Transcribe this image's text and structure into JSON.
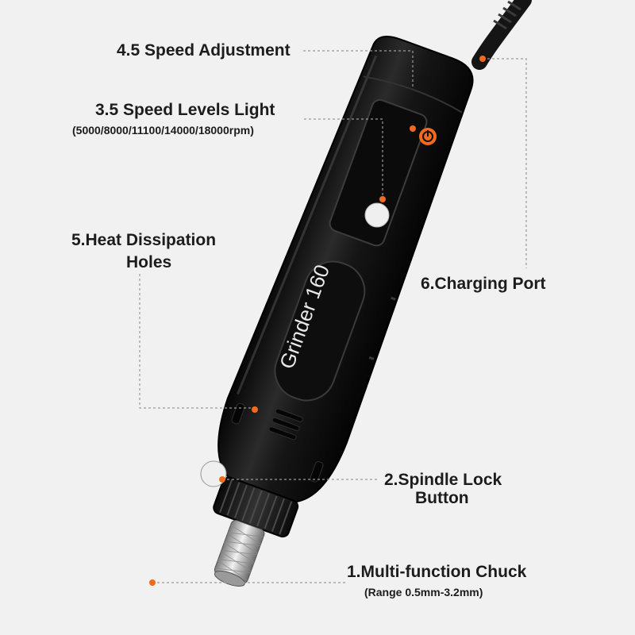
{
  "callouts": {
    "speed_adjustment": "4.5 Speed Adjustment",
    "speed_levels_light": "3.5 Speed Levels Light",
    "speed_levels_rpm": "(5000/8000/11100/14000/18000rpm)",
    "heat_dissipation_line1": "5.Heat Dissipation",
    "heat_dissipation_line2": "Holes",
    "charging_port": "6.Charging Port",
    "spindle_lock_line1": "2.Spindle Lock",
    "spindle_lock_line2": "Button",
    "chuck": "1.Multi-function Chuck",
    "chuck_range": "(Range 0.5mm-3.2mm)"
  },
  "product": {
    "model_label": "Grinder 160"
  },
  "colors": {
    "background": "#f1f1f1",
    "body": "#161616",
    "accent_marker": "#f26b1d",
    "leader_line": "#9a9a9a"
  }
}
